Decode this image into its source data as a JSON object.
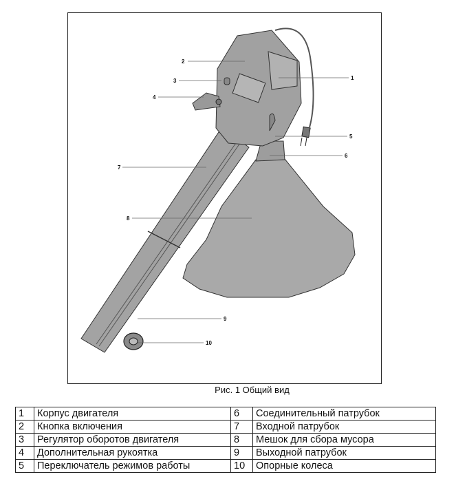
{
  "figure": {
    "caption": "Рис. 1 Общий вид",
    "callouts": [
      "1",
      "2",
      "3",
      "4",
      "5",
      "6",
      "7",
      "8",
      "9",
      "10"
    ]
  },
  "parts_table": {
    "rows": [
      {
        "num_left": "1",
        "name_left": "Корпус двигателя",
        "num_right": "6",
        "name_right": "Соединительный патрубок"
      },
      {
        "num_left": "2",
        "name_left": "Кнопка включения",
        "num_right": "7",
        "name_right": "Входной патрубок"
      },
      {
        "num_left": "3",
        "name_left": "Регулятор оборотов двигателя",
        "num_right": "8",
        "name_right": "Мешок для сбора мусора"
      },
      {
        "num_left": "4",
        "name_left": "Дополнительная рукоятка",
        "num_right": "9",
        "name_right": "Выходной патрубок"
      },
      {
        "num_left": "5",
        "name_left": "Переключатель режимов работы",
        "num_right": "10",
        "name_right": "Опорные колеса"
      }
    ]
  }
}
